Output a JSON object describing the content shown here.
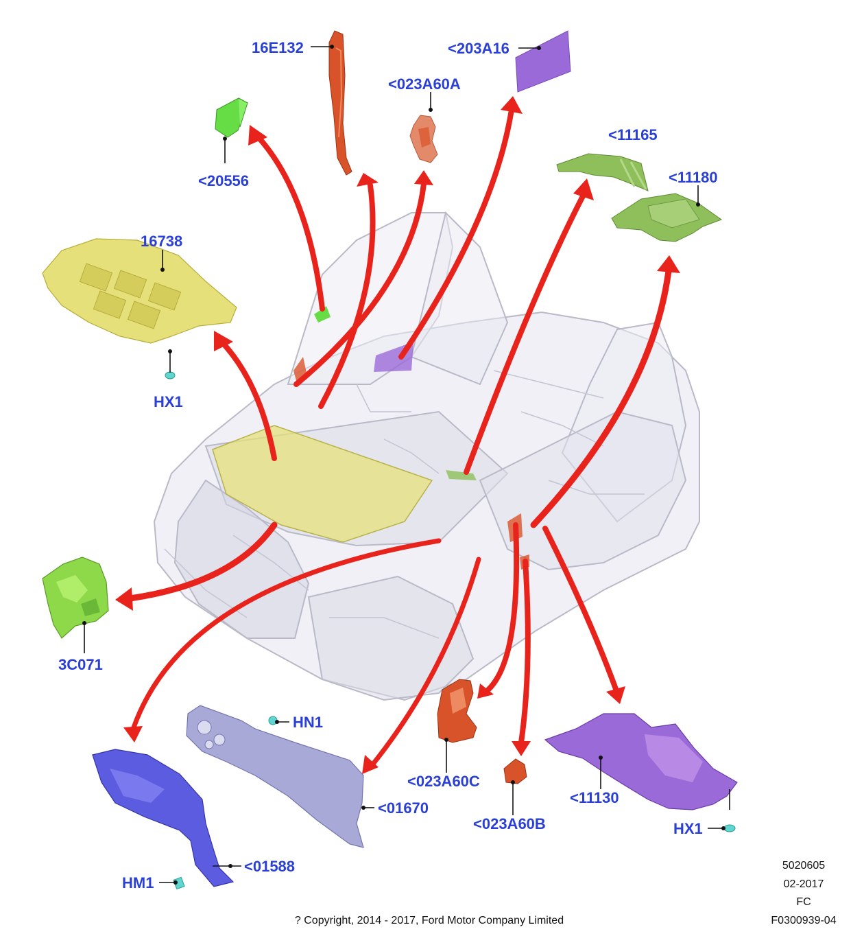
{
  "diagram": {
    "callouts": {
      "c16E132": "16E132",
      "c203A16": "<203A16",
      "c023A60A": "<023A60A",
      "c20556": "<20556",
      "c11165": "<11165",
      "c11180": "<11180",
      "c16738": "16738",
      "cHX1_top": "HX1",
      "c3C071": "3C071",
      "cHN1": "HN1",
      "c01670": "<01670",
      "c023A60C": "<023A60C",
      "c023A60B": "<023A60B",
      "c11130": "<11130",
      "cHX1_bottom": "HX1",
      "c01588": "<01588",
      "cHM1": "HM1"
    },
    "footer": {
      "code1": "5020605",
      "date": "02-2017",
      "fc": "FC",
      "figure": "F0300939-04",
      "copyright": "? Copyright, 2014 - 2017, Ford Motor Company Limited"
    },
    "colors": {
      "callout_text": "#2a3fd6",
      "arrow": "#e8231c",
      "yellow_part": "#e6e07a",
      "green_part": "#66dd44",
      "olive_green_part": "#8fbf5a",
      "orange_red_part": "#d9532a",
      "purple_part": "#9b6ad9",
      "blue_part": "#5c5ce0",
      "lavender_part": "#a9a9d8",
      "cyan_clip": "#5fd6d0",
      "truck_outline": "#c8c8d2"
    }
  }
}
